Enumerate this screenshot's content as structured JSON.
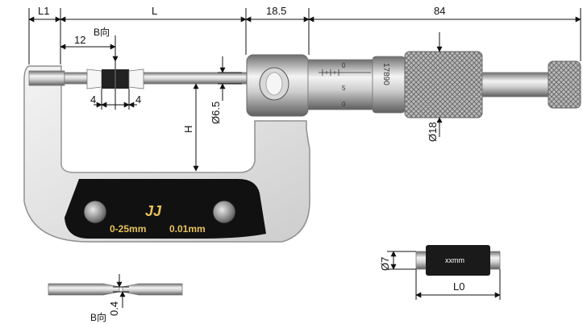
{
  "dimensions": {
    "l1": "L1",
    "l": "L",
    "l_18_5": "18.5",
    "l_84": "84",
    "d12": "12",
    "b_view_top": "B向",
    "anvil_left_4": "4",
    "anvil_right_4": "4",
    "phi_6_5": "Ø6.5",
    "h": "H",
    "phi_18": "Ø18",
    "phi_7": "Ø7",
    "l0": "L0",
    "d0_4": "0.4",
    "b_view_bottom": "B向"
  },
  "plate": {
    "logo": "JJ",
    "range": "0-25mm",
    "resolution": "0.01mm"
  },
  "sleeve_marks": [
    "0",
    "5",
    "0"
  ],
  "thimble_text": "17890",
  "gauge_label": "xxmm",
  "colors": {
    "frame": "#e4e4e4",
    "plate": "#111111",
    "plate_text": "#e8c25a",
    "steel_dark": "#7a7a7a",
    "steel_light": "#f2f2f2"
  }
}
